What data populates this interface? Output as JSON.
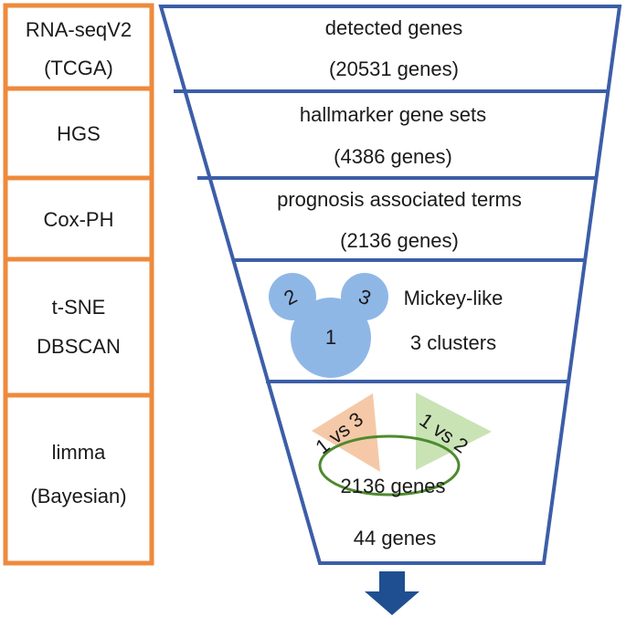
{
  "colors": {
    "method_border": "#ee8a3c",
    "funnel_stroke": "#3c5ea8",
    "cluster_fill": "#8fb7e6",
    "triangle_left": "#f5c9a8",
    "triangle_right": "#c9e3b5",
    "ellipse_stroke": "#4e8a2e",
    "arrow": "#1f4f91"
  },
  "methods": [
    {
      "line1": "RNA-seqV2",
      "line2": "(TCGA)"
    },
    {
      "line1": "HGS",
      "line2": ""
    },
    {
      "line1": "Cox-PH",
      "line2": ""
    },
    {
      "line1": "t-SNE",
      "line2": "DBSCAN"
    },
    {
      "line1": "limma",
      "line2": "(Bayesian)"
    }
  ],
  "funnel": {
    "stage1": {
      "line1": "detected genes",
      "line2": "(20531 genes)"
    },
    "stage2": {
      "line1": "hallmarker gene sets",
      "line2": "(4386 genes)"
    },
    "stage3": {
      "line1": "prognosis associated terms",
      "line2": "(2136 genes)"
    },
    "stage4": {
      "clusters": [
        "1",
        "2",
        "3"
      ],
      "line1": "Mickey-like",
      "line2": "3 clusters"
    },
    "stage5": {
      "comparison_left": "1 vs 3",
      "comparison_right": "1 vs 2",
      "genes_in": "2136 genes",
      "genes_out": "44 genes"
    }
  }
}
